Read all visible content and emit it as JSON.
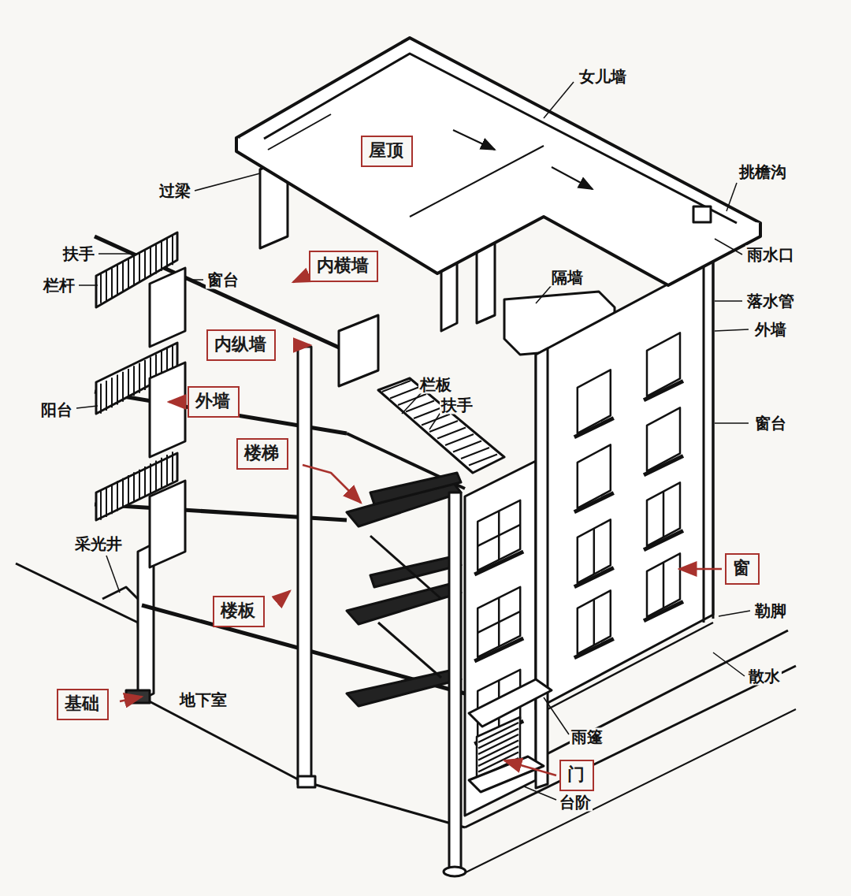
{
  "diagram": {
    "nodes": [
      {
        "text": [
          "屋顶"
        ]
      },
      {
        "text": [
          "内横墙"
        ]
      },
      {
        "text": [
          "内纵墙"
        ]
      },
      {
        "text": [
          "外墙"
        ]
      },
      {
        "text": [
          "楼梯"
        ]
      },
      {
        "text": [
          "窗"
        ]
      },
      {
        "text": [
          "楼板"
        ]
      },
      {
        "text": [
          "基础"
        ]
      },
      {
        "text": [
          "门"
        ]
      }
    ],
    "labels": [
      "女儿墙",
      "挑檐沟",
      "过梁",
      "扶手",
      "窗台",
      "雨水口",
      "隔墙",
      "栏杆",
      "落水管",
      "外墙",
      "栏板",
      "扶手",
      "阳台",
      "窗台",
      "采光井",
      "勒脚",
      "散水",
      "地下室",
      "雨篷",
      "台阶"
    ]
  }
}
